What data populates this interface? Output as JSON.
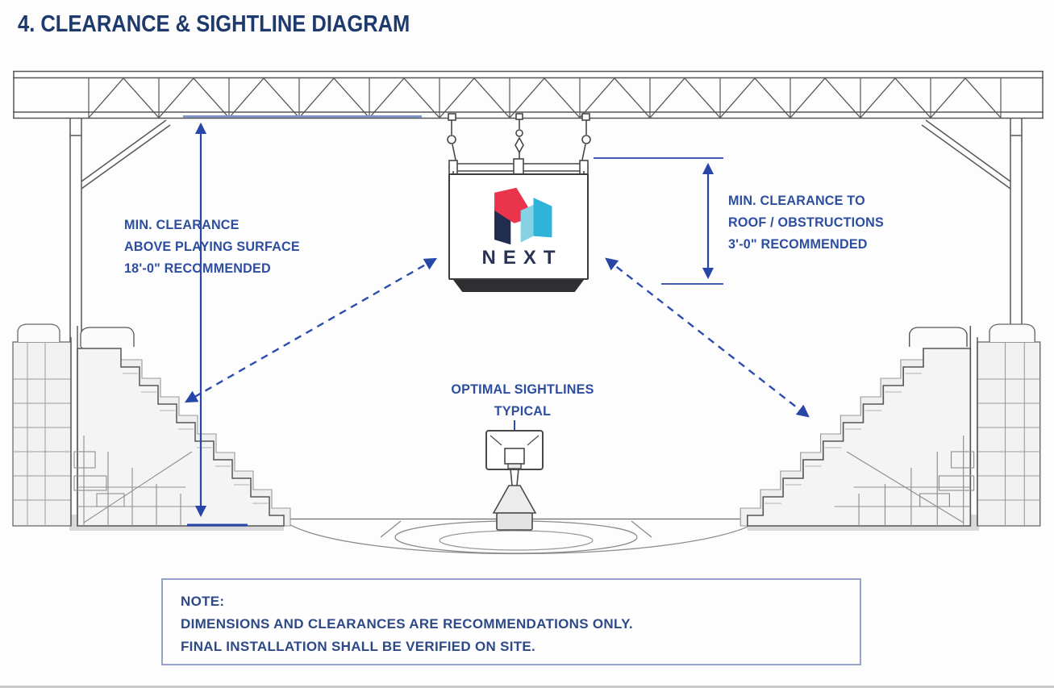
{
  "page": {
    "title": "4. CLEARANCE & SIGHTLINE DIAGRAM"
  },
  "diagram": {
    "scoreboard": {
      "brand": "NEXT"
    },
    "labels": {
      "left_clearance": {
        "lines": [
          "MIN. CLEARANCE",
          "ABOVE PLAYING SURFACE",
          "18'-0\" RECOMMENDED"
        ]
      },
      "right_clearance": {
        "lines": [
          "MIN. CLEARANCE TO",
          "ROOF / OBSTRUCTIONS",
          "3'-0\" RECOMMENDED"
        ]
      },
      "sightlines": {
        "lines": [
          "OPTIMAL SIGHTLINES",
          "TYPICAL"
        ]
      }
    },
    "note": {
      "heading": "NOTE:",
      "lines": [
        "DIMENSIONS AND CLEARANCES ARE RECOMMENDATIONS ONLY.",
        "FINAL INSTALLATION SHALL BE VERIFIED ON SITE."
      ]
    }
  },
  "colors": {
    "title_navy": "#1e3a6d",
    "label_blue": "#2d4d9f",
    "dimension_blue": "#2846a8",
    "reference_line_blue": "#7e94c6",
    "note_border": "#93a3cb",
    "linework_gray": "#565656",
    "logo_red": "#e9344c",
    "logo_navy": "#222c4f",
    "logo_cyan": "#2fb4d9",
    "logo_light_cyan": "#84d2e4",
    "wordmark_navy": "#2b3355"
  }
}
